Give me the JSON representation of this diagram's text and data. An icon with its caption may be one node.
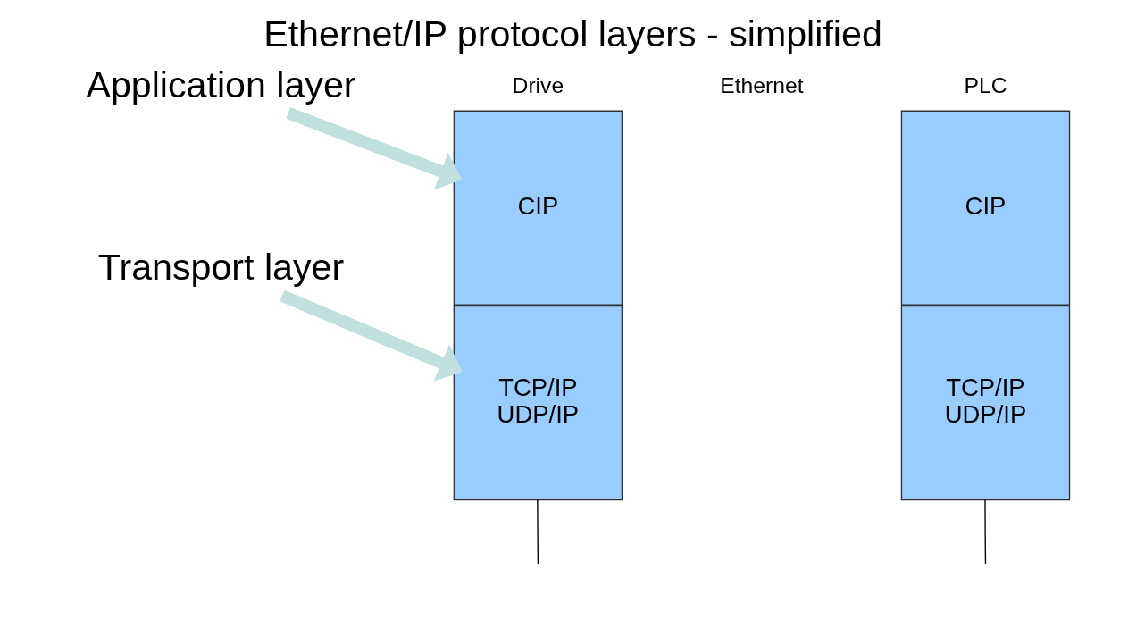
{
  "diagram": {
    "title": "Ethernet/IP protocol layers - simplified",
    "nodes": [
      {
        "text": [
          "Application layer"
        ]
      },
      {
        "text": [
          "Transport layer"
        ]
      },
      {
        "text": [
          "CIP"
        ],
        "beside": [
          "Drive"
        ]
      },
      {
        "text": [
          "TCP/IP",
          "UDP/IP"
        ]
      },
      {
        "text": [
          "CIP"
        ],
        "beside": [
          "PLC"
        ]
      },
      {
        "text": [
          "TCP/IP",
          "UDP/IP"
        ]
      }
    ],
    "edges": [
      {
        "from": 0,
        "to": 2,
        "arrow": "to",
        "style": "thick",
        "color": "#bfe0df"
      },
      {
        "from": 1,
        "to": 3,
        "arrow": "to",
        "style": "thick",
        "color": "#bfe0df"
      },
      {
        "from": 3,
        "to": null,
        "arrow": "none",
        "color": "#000000"
      },
      {
        "from": 5,
        "to": null,
        "arrow": "none",
        "color": "#000000"
      }
    ],
    "labels": [
      "Ethernet"
    ]
  }
}
